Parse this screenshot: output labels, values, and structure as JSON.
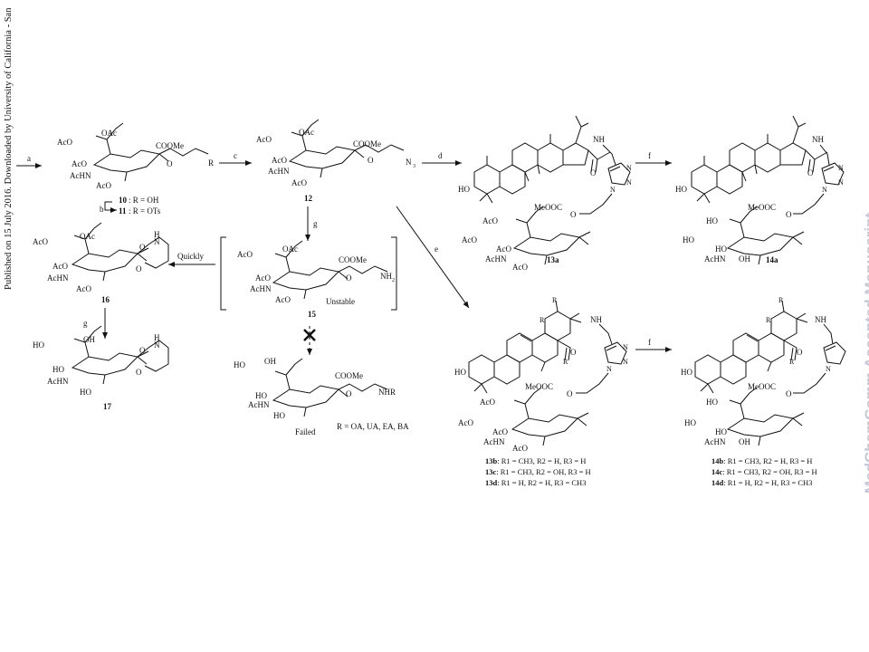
{
  "sidebar": {
    "published": "Published on 15 July 2016. Downloaded by University of California - San",
    "watermark": "MedChemComm Accepted Manuscript"
  },
  "steps": {
    "a": "a",
    "b": "b",
    "c": "c",
    "d": "d",
    "e": "e",
    "f1": "f",
    "f2": "f",
    "g1": "g",
    "g2": "g",
    "quickly": "Quickly"
  },
  "compounds": {
    "c10": {
      "label": "10",
      "desc": ": R = OH"
    },
    "c11": {
      "label": "11",
      "desc": ": R = OTs"
    },
    "c12": "12",
    "c13a": "13a",
    "c14a": "14a",
    "c15": "15",
    "c16": "16",
    "c17": "17",
    "unstable": "Unstable",
    "failed": "Failed",
    "r_def": "R = OA, UA, EA, BA"
  },
  "atoms": {
    "aco": "AcO",
    "oac": "OAc",
    "acnh": "AcHN",
    "ho": "HO",
    "oh": "OH",
    "o": "O",
    "coome": "COOMe",
    "meooc": "MeOOC",
    "r": "R",
    "n": "N",
    "n3": "N",
    "nh": "NH",
    "nhr": "NHR",
    "nh2": "NH",
    "h": "H",
    "r1": "R",
    "r2": "R",
    "r3": "R"
  },
  "legend_13": [
    {
      "id": "13b",
      "text": ": R1 = CH3, R2 = H, R3 = H"
    },
    {
      "id": "13c",
      "text": ": R1 = CH3, R2 = OH, R3 = H"
    },
    {
      "id": "13d",
      "text": ": R1 = H, R2 = H, R3 = CH3"
    }
  ],
  "legend_14": [
    {
      "id": "14b",
      "text": ": R1 = CH3, R2 = H, R3 = H"
    },
    {
      "id": "14c",
      "text": ": R1 = CH3, R2 = OH, R3 = H"
    },
    {
      "id": "14d",
      "text": ": R1 = H, R2 = H, R3 = CH3"
    }
  ]
}
